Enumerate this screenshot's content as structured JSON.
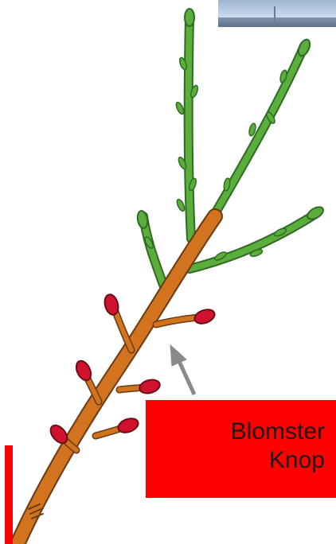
{
  "label": {
    "line1": "Blomster",
    "line2": "Knop"
  },
  "colors": {
    "stem_old": "#d2731f",
    "stem_new": "#5cae3c",
    "flower_bud": "#d0122e",
    "leaf_bud": "#3f8a2e",
    "label_bg": "#ff0000",
    "arrow": "#8a8a8a"
  },
  "icons": [
    "branch-illustration",
    "arrow-icon",
    "photo-thumbnail"
  ]
}
